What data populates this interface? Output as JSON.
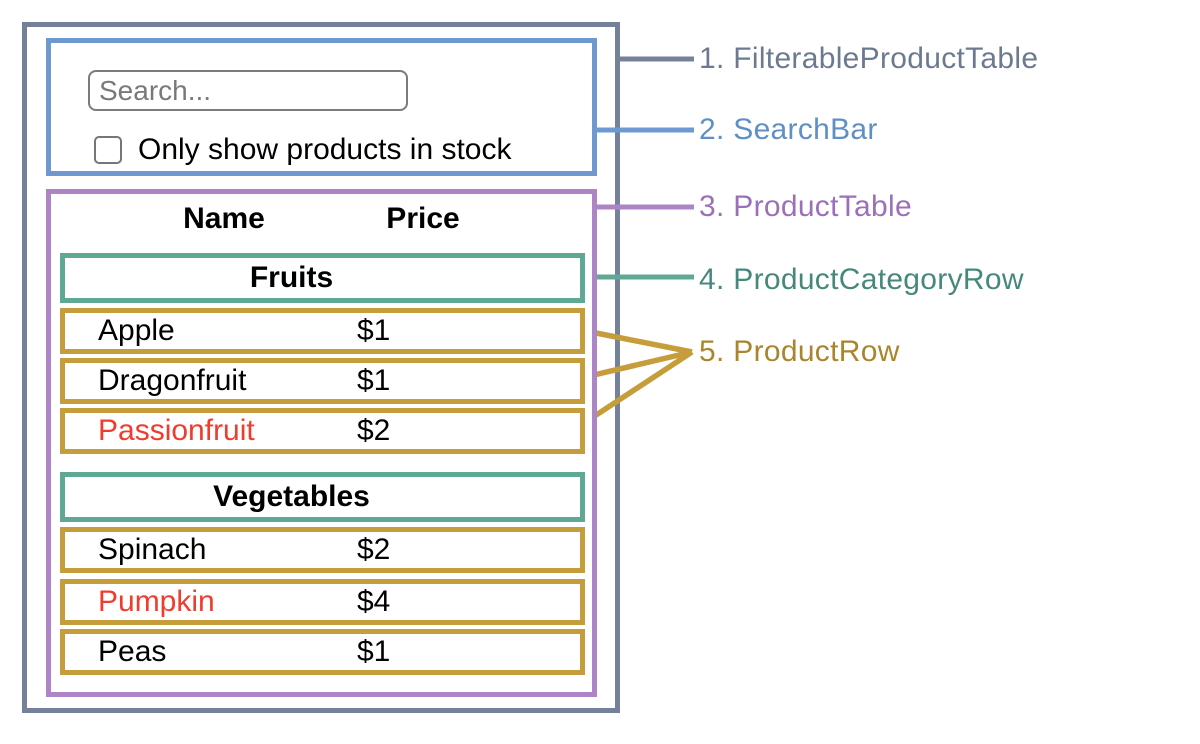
{
  "colors": {
    "slate": "#75819b",
    "blue": "#6d98d0",
    "purple": "#ad85c6",
    "teal": "#5fa896",
    "gold": "#c69d3b",
    "red": "#ef3c2d"
  },
  "search_bar": {
    "input_placeholder": "Search...",
    "checkbox_label": "Only show products in stock",
    "checkbox_checked": false
  },
  "table": {
    "headers": {
      "name": "Name",
      "price": "Price"
    },
    "sections": [
      {
        "category": "Fruits",
        "rows": [
          {
            "name": "Apple",
            "price": "$1",
            "red": false
          },
          {
            "name": "Dragonfruit",
            "price": "$1",
            "red": false
          },
          {
            "name": "Passionfruit",
            "price": "$2",
            "red": true
          }
        ]
      },
      {
        "category": "Vegetables",
        "rows": [
          {
            "name": "Spinach",
            "price": "$2",
            "red": false
          },
          {
            "name": "Pumpkin",
            "price": "$4",
            "red": true
          },
          {
            "name": "Peas",
            "price": "$1",
            "red": false
          }
        ]
      }
    ]
  },
  "legend": [
    {
      "text": "1. FilterableProductTable",
      "color": "#6c7a90"
    },
    {
      "text": "2. SearchBar",
      "color": "#5f8fc7"
    },
    {
      "text": "3. ProductTable",
      "color": "#9c70b8"
    },
    {
      "text": "4. ProductCategoryRow",
      "color": "#46897c"
    },
    {
      "text": "5. ProductRow",
      "color": "#a9862e"
    }
  ]
}
